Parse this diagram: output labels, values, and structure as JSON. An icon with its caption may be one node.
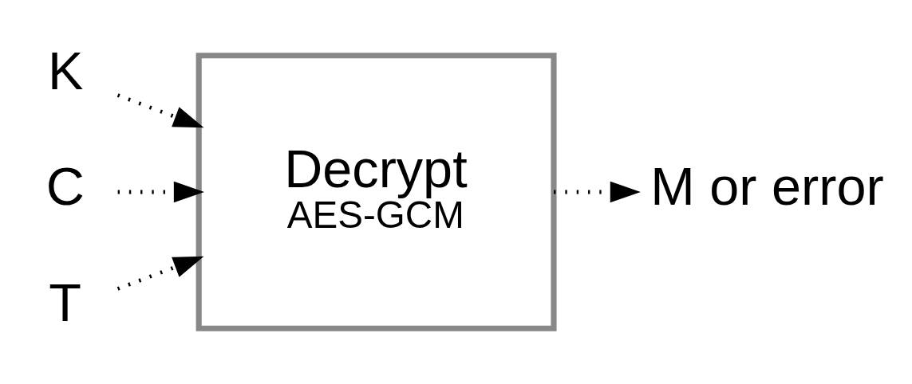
{
  "diagram": {
    "nodes": [
      {
        "text": [
          "K"
        ]
      },
      {
        "text": [
          "C"
        ]
      },
      {
        "text": [
          "T"
        ]
      },
      {
        "text": [
          "Decrypt",
          "AES-GCM"
        ]
      },
      {
        "text": [
          "M or error"
        ]
      }
    ],
    "edges": [
      {
        "from": 0,
        "to": 3,
        "arrow": "to"
      },
      {
        "from": 1,
        "to": 3,
        "arrow": "to"
      },
      {
        "from": 2,
        "to": 3,
        "arrow": "to"
      },
      {
        "from": 3,
        "to": 4,
        "arrow": "to"
      }
    ]
  }
}
